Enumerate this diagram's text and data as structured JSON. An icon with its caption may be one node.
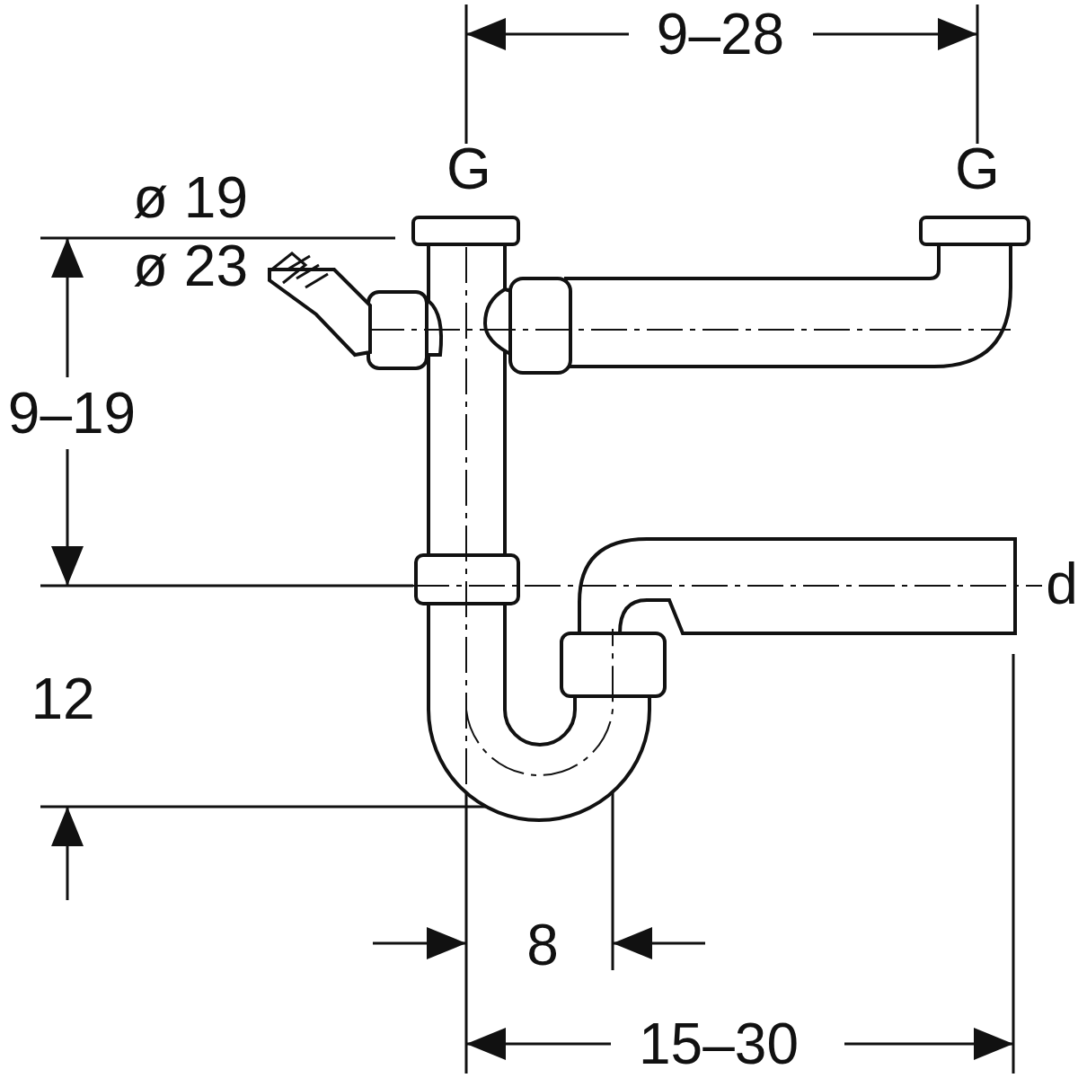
{
  "diagram": {
    "labels": [
      "9–28",
      "G",
      "G",
      "ø 19",
      "ø 23",
      "9–19",
      "d",
      "12",
      "8",
      "15–30"
    ]
  }
}
